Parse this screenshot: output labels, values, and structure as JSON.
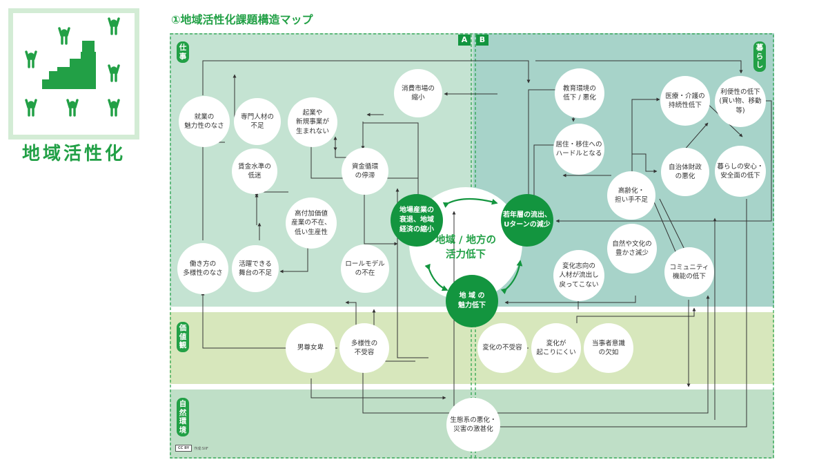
{
  "title": "①地域活性化課題構造マップ",
  "logo": {
    "caption": "地域活性化",
    "icon": "people-raising-arms-on-stairs-icon"
  },
  "regions": {
    "a": "A",
    "b": "B"
  },
  "bands": {
    "work": "仕事",
    "living": "暮らし",
    "values": "価値観",
    "nature": "自然環境"
  },
  "center_title": "地域 / 地方の\n活力低下",
  "core": {
    "industry": "地場産業の\n衰退、地域\n経済の縮小",
    "youth": "若年層の流出、\nUターンの減少",
    "appeal": "地 域 の\n魅力低下"
  },
  "nodes": {
    "job_appeal": "就業の\n魅力性のなさ",
    "talent": "専門人材の\n不足",
    "startup": "起業や\n新規事業が\n生まれない",
    "wage": "賃金水準の\n低迷",
    "capital": "資金循環\nの停滞",
    "high_value": "高付加価値\n産業の不在、\n低い生産性",
    "work_style": "働き方の\n多様性のなさ",
    "stage": "活躍できる\n舞台の不足",
    "role_model": "ロールモデル\nの不在",
    "consumer": "消費市場の\n縮小",
    "education": "教育環境の\n低下 / 悪化",
    "residence": "居住・移住への\nハードルとなる",
    "medical": "医療・介護の\n持続性低下",
    "convenience": "利便性の低下\n(買い物、移動等)",
    "finance": "自治体財政\nの悪化",
    "safety": "暮らしの安心・\n安全面の低下",
    "aging": "高齢化・\n担い手不足",
    "nature_culture": "自然や文化の\n豊かさ減少",
    "change_people": "変化志向の\n人材が流出し\n戻ってこない",
    "community": "コミュニティ\n機能の低下",
    "male_pref": "男尊女卑",
    "diversity": "多様性の\n不受容",
    "change_reject": "変化の不受容",
    "hard_change": "変化が\n起こりにくい",
    "ownership": "当事者意識\nの欠如",
    "ecosystem": "生態系の悪化・\n災害の激甚化"
  },
  "credit": {
    "license": "CC BY",
    "author": "作成:SIIF"
  },
  "colors": {
    "brand_green": "#22a046",
    "core_green": "#13953f",
    "area_a": "#c4e3d2",
    "area_b": "#a7d3c9",
    "values_band": "#d7e7bc",
    "nature_band": "#bfdfc7",
    "line": "#333333"
  }
}
